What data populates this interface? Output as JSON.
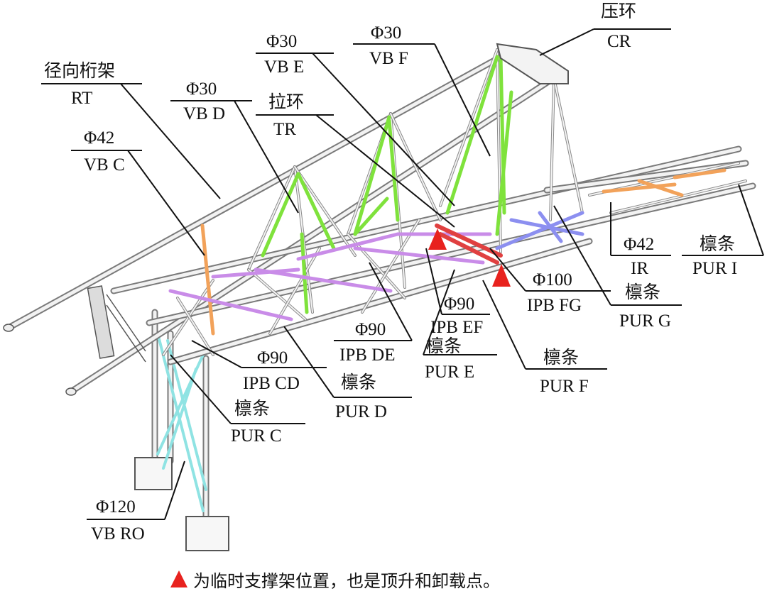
{
  "labels": {
    "cr_cn": "压环",
    "cr_en": "CR",
    "vbf_dia": "Φ30",
    "vbf_name": "VB F",
    "vbe_dia": "Φ30",
    "vbe_name": "VB E",
    "rt_cn": "径向桁架",
    "rt_en": "RT",
    "vbd_dia": "Φ30",
    "vbd_name": "VB D",
    "tr_cn": "拉环",
    "tr_en": "TR",
    "vbc_dia": "Φ42",
    "vbc_name": "VB C",
    "ir_dia": "Φ42",
    "ir_name": "IR",
    "puri_cn": "檩条",
    "puri_en": "PUR I",
    "ipbfg_dia": "Φ100",
    "ipbfg_name": "IPB FG",
    "purg_cn": "檩条",
    "purg_en": "PUR G",
    "ipbef_dia": "Φ90",
    "ipbef_name": "IPB EF",
    "ipbde_dia": "Φ90",
    "ipbde_name": "IPB DE",
    "pure_cn": "檩条",
    "pure_en": "PUR E",
    "purf_cn": "檩条",
    "purf_en": "PUR F",
    "ipbcd_dia": "Φ90",
    "ipbcd_name": "IPB CD",
    "purd_cn": "檩条",
    "purd_en": "PUR D",
    "purc_cn": "檩条",
    "purc_en": "PUR C",
    "vbro_dia": "Φ120",
    "vbro_name": "VB RO"
  },
  "caption": "为临时支撑架位置，也是顶升和卸载点。",
  "colors": {
    "vertical_bracing": "#7fe23c",
    "vbc_ir_bracing": "#f2a25a",
    "ipb_bracing": "#c98ce8",
    "ipb_fg_bracing": "#8c8ff0",
    "vb_ro_bracing": "#8fe3e3",
    "support_marker": "#e8221e"
  }
}
